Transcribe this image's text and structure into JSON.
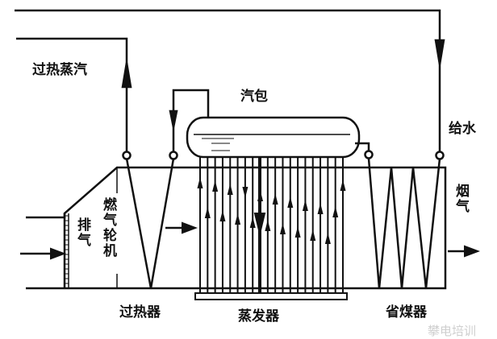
{
  "labels": {
    "superheated_steam": "过热蒸汽",
    "drum": "汽包",
    "feedwater": "给水",
    "flue_gas": "烟气",
    "exhaust": "排气",
    "gas_turbine": "燃气轮机",
    "superheater": "过热器",
    "evaporator": "蒸发器",
    "economizer": "省煤器"
  },
  "watermark": "攀电培训",
  "colors": {
    "line": "#111111",
    "watermark": "#cfcfcf"
  }
}
